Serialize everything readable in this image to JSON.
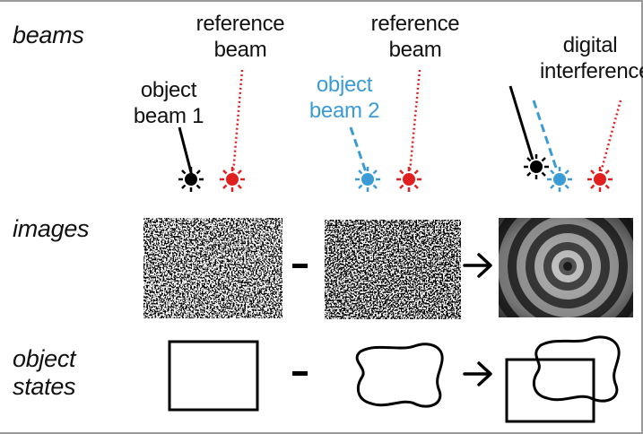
{
  "row_labels": {
    "beams": "beams",
    "images": "images",
    "object_states": [
      "object",
      "states"
    ]
  },
  "beam_labels": {
    "reference_beam_1": [
      "reference",
      "beam"
    ],
    "object_beam_1": [
      "object",
      "beam 1"
    ],
    "reference_beam_2": [
      "reference",
      "beam"
    ],
    "object_beam_2": [
      "object",
      "beam 2"
    ],
    "digital_interference": [
      "digital",
      "interference"
    ]
  },
  "operators": {
    "minus_images": "–",
    "minus_states": "–"
  },
  "colors": {
    "object_beam_1": "#000000",
    "object_beam_2": "#3a9bd6",
    "reference_beam": "#e02020",
    "frame": "#9a9a9a"
  },
  "icons": [
    "light-source-icon",
    "arrow-right-icon",
    "speckle-image",
    "interference-fringe-image"
  ]
}
